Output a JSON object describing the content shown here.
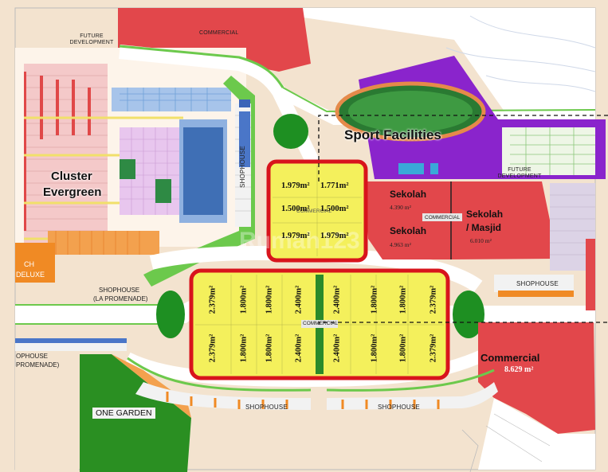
{
  "labels": {
    "future_dev_top": "FUTURE DEVELOPMENT",
    "commercial_top": "COMMERCIAL",
    "sport": "Sport Facilities",
    "future_dev_right": "FUTURE DEVELOPMENT",
    "cluster": "Cluster",
    "cluster2": "Evergreen",
    "shophouse_vertical": "SHOPHOUSE",
    "ch_1": "CH",
    "ch_2": "DELUXE",
    "shophouse_promenade_1": "SHOPHOUSE",
    "shophouse_promenade_2": "(LA PROMENADE)",
    "shophouse_left_1": "OPHOUSE",
    "shophouse_left_2": "PROMENADE)",
    "one_garden": "ONE GARDEN",
    "shophouse_bottom_1": "SHOPHOUSE",
    "shophouse_bottom_2": "SHOPHOUSE",
    "shophouse_right": "SHOPHOUSE",
    "commercial_center": "COMMERCIAL",
    "commercial_small": "COMMERCIAL",
    "commercial_upper_center": "COMMERCIAL",
    "sekolah1": "Sekolah",
    "sekolah1_area": "4.390 m²",
    "sekolah2": "Sekolah",
    "sekolah2_area": "4.963 m²",
    "sekolah3_1": "Sekolah",
    "sekolah3_2": "/ Masjid",
    "sekolah3_area": "6.010 m²",
    "commercial_big": "Commercial",
    "commercial_big_area": "8.629 m²",
    "watermark": "Rumah123"
  },
  "upper_block": [
    [
      "1.979m²",
      "1.771m²"
    ],
    [
      "1.500m²",
      "1.500m²"
    ],
    [
      "1.979m²",
      "1.979m²"
    ]
  ],
  "lower_block": {
    "top": [
      "2.379m²",
      "1.800m²",
      "1.800m²",
      "2.400m²",
      "2.400m²",
      "1.800m²",
      "1.800m²",
      "2.379m²"
    ],
    "bottom": [
      "2.379m²",
      "1.800m²",
      "1.800m²",
      "2.400m²",
      "2.400m²",
      "1.800m²",
      "1.800m²",
      "2.379m²"
    ]
  },
  "colors": {
    "commercial_red": "#e2474b",
    "sport_purple": "#8a24cc",
    "plot_yellow": "#f4f05c",
    "plot_border": "#d8141c",
    "green_strip": "#6cc94c",
    "park_green": "#1e8f22",
    "land": "#f3e3cf",
    "road": "#ffffff",
    "orange": "#f08a24"
  }
}
